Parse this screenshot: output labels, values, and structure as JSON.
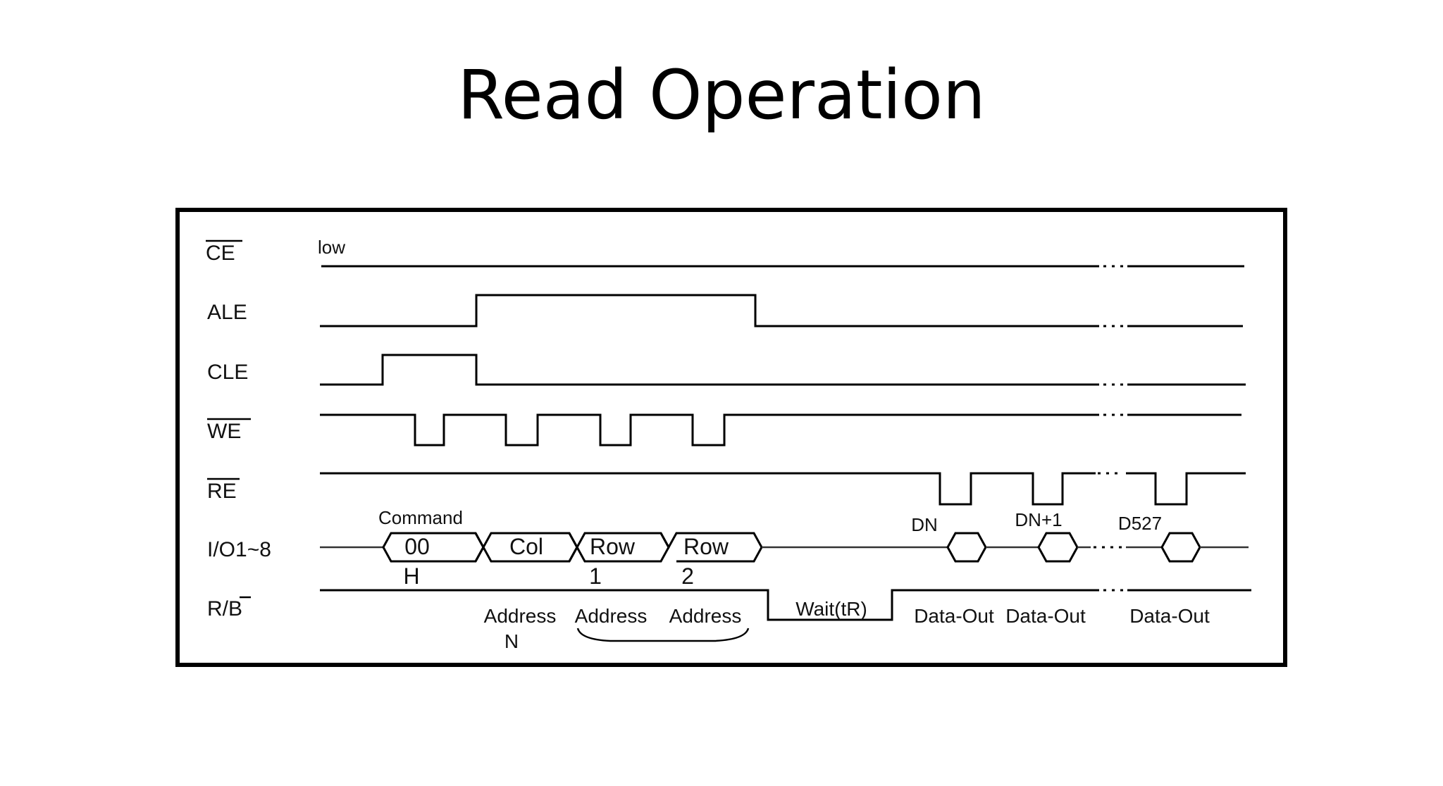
{
  "title": "Read Operation",
  "timing_diagram": {
    "signals": {
      "ce": "CE",
      "ale": "ALE",
      "cle": "CLE",
      "we": "WE",
      "re": "RE",
      "io": "I/O1~8",
      "rb": "R/B"
    },
    "ce_note": "low",
    "command_label": "Command",
    "io_cells": {
      "cmd": "00",
      "col": "Col",
      "row1": "Row",
      "row2": "Row"
    },
    "io_sub": {
      "cmd": "H",
      "row1": "1",
      "row2": "2"
    },
    "addresses": {
      "a1": "Address",
      "a1_sub": "N",
      "a2": "Address",
      "a3": "Address"
    },
    "wait_label": "Wait(tR)",
    "data_labels": {
      "dn": "DN",
      "dn1": "DN+1",
      "d527": "D527"
    },
    "data_out": {
      "d1": "Data-Out",
      "d2": "Data-Out",
      "d3": "Data-Out"
    }
  }
}
